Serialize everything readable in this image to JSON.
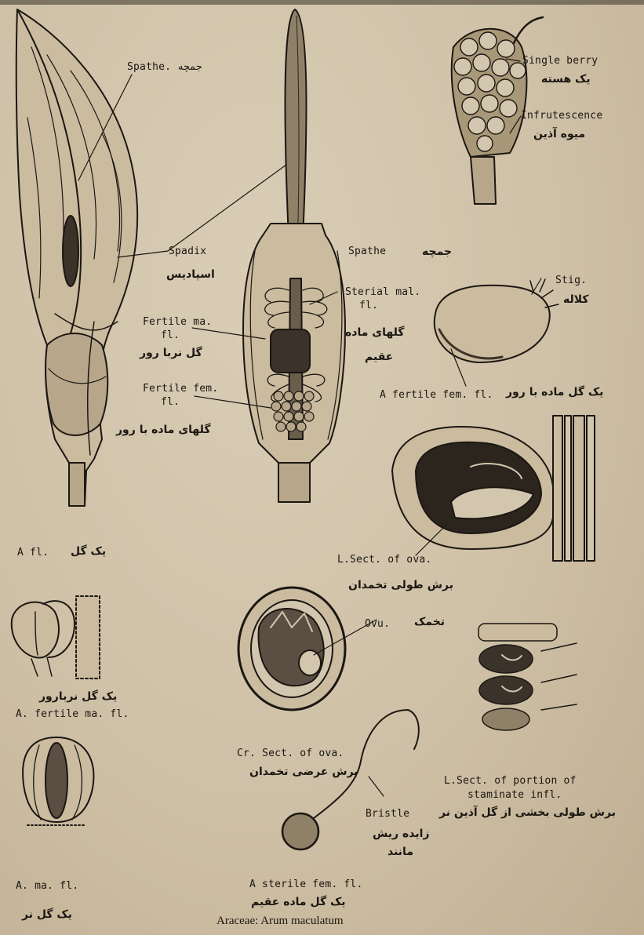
{
  "labels": {
    "spathe_top": "Spathe. جمچه",
    "single_berry": "Single berry",
    "single_berry_fa": "یک هسته",
    "infrutescence": "Infrutescence",
    "infrutescence_fa": "میوه آذین",
    "spadix": "Spadix",
    "spadix_fa": "اسپادیس",
    "spathe_mid": "Spathe",
    "spathe_mid_fa": "جمچه",
    "sterial_mal_1": "Sterial mal.",
    "sterial_mal_2": "fl.",
    "sterial_mal_fa_1": "گلهای ماده",
    "sterial_mal_fa_2": "عقیم",
    "fertile_ma_1": "Fertile ma.",
    "fertile_ma_2": "fl.",
    "fertile_ma_fa": "گل نربا رور",
    "fertile_fem_1": "Fertile fem.",
    "fertile_fem_2": "fl.",
    "fertile_fem_fa": "گلهای ماده با رور",
    "stig": "Stig.",
    "stig_fa": "کلاله",
    "a_fertile_fem": "A fertile fem. fl.",
    "a_fertile_fem_fa": "یک گل ماده با رور",
    "a_fl": "A  fl.",
    "a_fl_fa": "یک گل",
    "l_sect_ova": "L.Sect. of ova.",
    "l_sect_ova_fa": "برش طولی تخمدان",
    "ovu": "Ovu.",
    "ovu_fa": "تخمک",
    "fertile_ma_small_fa": "یک گل نربارور",
    "fertile_ma_small": "A. fertile ma. fl.",
    "cr_sect_1": "Cr. Sect. of ova.",
    "cr_sect_fa": "برش عرضی تخمدان",
    "bristle": "Bristle",
    "bristle_fa_1": "زایده ریش",
    "bristle_fa_2": "مانند",
    "l_sect_portion_1": "L.Sect. of portion of",
    "l_sect_portion_2": "staminate infl.",
    "l_sect_portion_fa": "برش طولی بخشی از گل آذین نر",
    "a_ma_fl": "A. ma. fl.",
    "a_ma_fl_fa": "یک گل نر",
    "a_sterile_fem": "A sterile fem. fl.",
    "a_sterile_fem_fa": "یک گل ماده عقیم",
    "family_caption": "Araceae: Arum maculatum"
  },
  "colors": {
    "paper": "#d3c6ae",
    "ink": "#1b1712",
    "shade": "#5a4f42"
  }
}
